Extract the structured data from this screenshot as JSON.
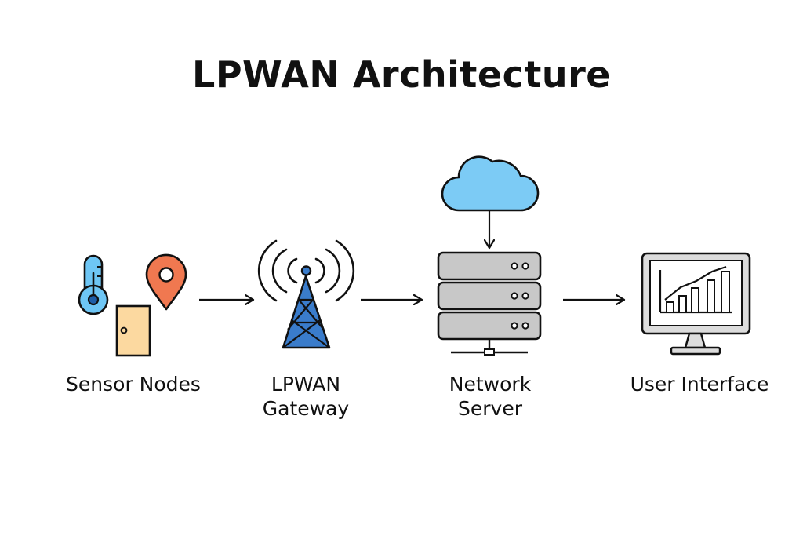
{
  "title": "LPWAN Architecture",
  "nodes": [
    {
      "id": "sensor-nodes",
      "lines": [
        "Sensor Nodes"
      ],
      "icons": [
        "thermometer-icon",
        "location-pin-icon",
        "door-sensor-icon"
      ]
    },
    {
      "id": "lpwan-gateway",
      "lines": [
        "LPWAN",
        "Gateway"
      ],
      "icons": [
        "antenna-tower-icon"
      ]
    },
    {
      "id": "network-server",
      "lines": [
        "Network",
        "Server"
      ],
      "icons": [
        "cloud-icon",
        "server-rack-icon"
      ]
    },
    {
      "id": "user-interface",
      "lines": [
        "User Interface"
      ],
      "icons": [
        "monitor-chart-icon"
      ]
    }
  ],
  "edges": [
    {
      "from": "sensor-nodes",
      "to": "lpwan-gateway"
    },
    {
      "from": "lpwan-gateway",
      "to": "network-server"
    },
    {
      "from": "network-server",
      "to": "user-interface"
    },
    {
      "from": "cloud",
      "to": "network-server"
    }
  ],
  "colors": {
    "thermometer": "#6ec6f5",
    "pin": "#f07850",
    "door": "#fcd9a0",
    "tower": "#3a7ccb",
    "cloud": "#7ccbf5",
    "server": "#c8c8c8",
    "monitor": "#dcdcdc",
    "outline": "#111111"
  }
}
